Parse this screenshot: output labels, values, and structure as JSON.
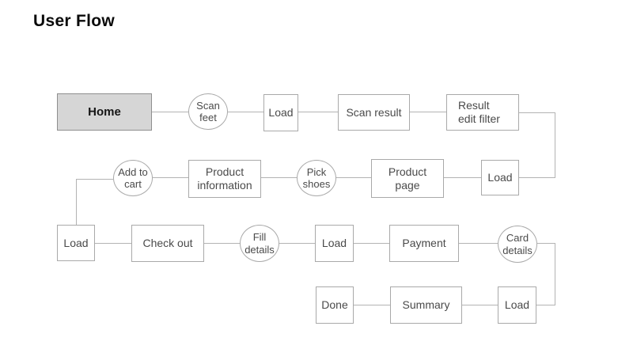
{
  "title": "User Flow",
  "colors": {
    "background": "#ffffff",
    "node_border": "#a9a9a9",
    "connector_line": "#b3b3b3",
    "node_text": "#4a4a4a",
    "home_fill": "#d6d6d6",
    "home_border": "#8f8f8f",
    "title_text": "#0a0a0a"
  },
  "nodes": {
    "home": {
      "label": "Home",
      "shape": "rectangle"
    },
    "scan_feet": {
      "label": "Scan\nfeet",
      "shape": "circle"
    },
    "load_1": {
      "label": "Load",
      "shape": "rectangle"
    },
    "scan_result": {
      "label": "Scan result",
      "shape": "rectangle"
    },
    "result_edit_filter": {
      "label": "Result\nedit filter",
      "shape": "rectangle"
    },
    "load_2": {
      "label": "Load",
      "shape": "rectangle"
    },
    "product_page": {
      "label": "Product\npage",
      "shape": "rectangle"
    },
    "pick_shoes": {
      "label": "Pick\nshoes",
      "shape": "circle"
    },
    "product_information": {
      "label": "Product\ninformation",
      "shape": "rectangle"
    },
    "add_to_cart": {
      "label": "Add to\ncart",
      "shape": "circle"
    },
    "load_3": {
      "label": "Load",
      "shape": "rectangle"
    },
    "check_out": {
      "label": "Check out",
      "shape": "rectangle"
    },
    "fill_details": {
      "label": "Fill\ndetails",
      "shape": "circle"
    },
    "load_4": {
      "label": "Load",
      "shape": "rectangle"
    },
    "payment": {
      "label": "Payment",
      "shape": "rectangle"
    },
    "card_details": {
      "label": "Card\ndetails",
      "shape": "circle"
    },
    "load_5": {
      "label": "Load",
      "shape": "rectangle"
    },
    "summary": {
      "label": "Summary",
      "shape": "rectangle"
    },
    "done": {
      "label": "Done",
      "shape": "rectangle"
    }
  },
  "flow_sequence": [
    "home",
    "scan_feet",
    "load_1",
    "scan_result",
    "result_edit_filter",
    "load_2",
    "product_page",
    "pick_shoes",
    "product_information",
    "add_to_cart",
    "load_3",
    "check_out",
    "fill_details",
    "load_4",
    "payment",
    "card_details",
    "load_5",
    "summary",
    "done"
  ]
}
